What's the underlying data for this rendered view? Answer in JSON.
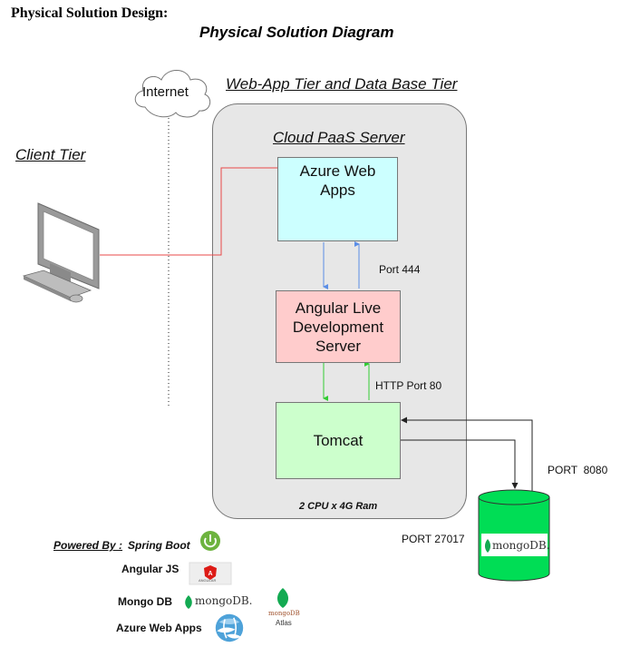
{
  "page_title": "Physical Solution Design:",
  "diagram_title": "Physical Solution Diagram",
  "tiers": {
    "webapp_db": "Web-App Tier and Data Base Tier",
    "client": "Client Tier",
    "internet": "Internet"
  },
  "paas": {
    "title": "Cloud PaaS Server",
    "spec": "2 CPU x 4G Ram"
  },
  "nodes": {
    "azure": "Azure Web Apps",
    "angular": "Angular Live Development Server",
    "tomcat": "Tomcat"
  },
  "ports": {
    "p444": "Port 444",
    "http80": "HTTP Port 80",
    "p8080": "PORT  8080",
    "p27017": "PORT 27017"
  },
  "database": {
    "logo_text": "mongoDB."
  },
  "legend": {
    "powered_by": "Powered By :",
    "spring": "Spring Boot",
    "angular": "Angular JS",
    "mongo": "Mongo DB",
    "azure": "Azure Web Apps",
    "angular_badge": "ANGULAR",
    "mongo_logo": "mongoDB.",
    "atlas_top": "mongoDB",
    "atlas_bottom": "Atlas"
  },
  "colors": {
    "paas_fill": "#e7e7e7",
    "azure_fill": "#ccffff",
    "angular_fill": "#ffcccc",
    "tomcat_fill": "#ccffcc",
    "db_fill": "#00dd55",
    "client_link": "#e84a4a",
    "azure_angular_arrows": "#5b8ee6",
    "angular_tomcat_arrows": "#33cc33"
  },
  "icons": [
    "cloud-icon",
    "desktop-computer-icon",
    "azure-web-apps-icon",
    "spring-boot-icon",
    "angular-icon",
    "mongodb-leaf-icon",
    "mongodb-atlas-icon"
  ]
}
